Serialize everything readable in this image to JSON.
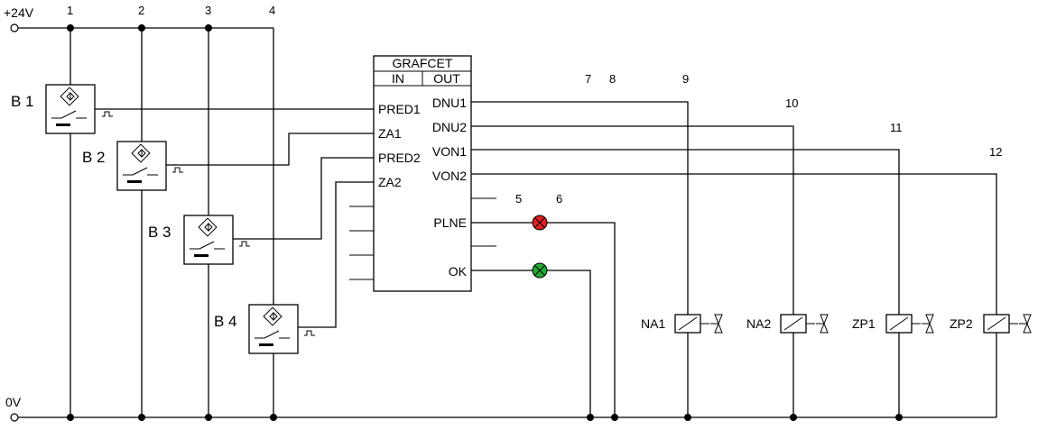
{
  "rails": {
    "supply": "+24V",
    "ground": "0V"
  },
  "wire_numbers": [
    "1",
    "2",
    "3",
    "4",
    "5",
    "6",
    "7",
    "8",
    "9",
    "10",
    "11",
    "12"
  ],
  "sensors": [
    "B 1",
    "B 2",
    "B 3",
    "B 4"
  ],
  "grafcet": {
    "title": "GRAFCET",
    "in_header": "IN",
    "out_header": "OUT",
    "inputs": [
      "PRED1",
      "ZA1",
      "PRED2",
      "ZA2"
    ],
    "outputs": [
      "DNU1",
      "DNU2",
      "VON1",
      "VON2",
      "PLNE",
      "OK"
    ]
  },
  "lamps": [
    {
      "label": "PLNE",
      "color": "#e02020"
    },
    {
      "label": "OK",
      "color": "#22aa33"
    }
  ],
  "coils": [
    "NA1",
    "NA2",
    "ZP1",
    "ZP2"
  ]
}
